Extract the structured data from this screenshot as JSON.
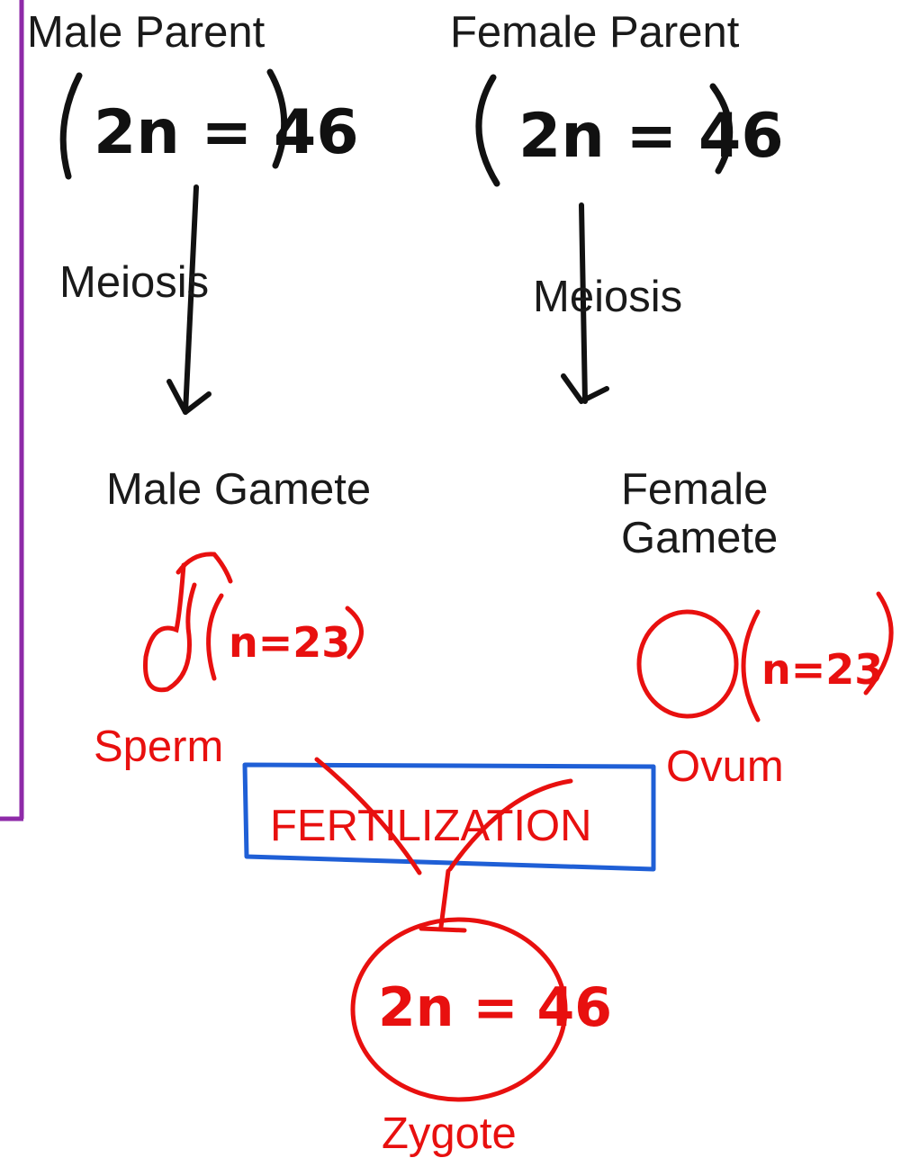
{
  "male": {
    "parent_label": "Male Parent",
    "parent_chromosomes": "(2n = 46)",
    "process_label": "Meiosis",
    "gamete_label": "Male Gamete",
    "gamete_chromosomes": "(n=23)",
    "gamete_name": "Sperm",
    "gamete_symbol": "male-symbol"
  },
  "female": {
    "parent_label": "Female Parent",
    "parent_chromosomes": "(2n = 46)",
    "process_label": "Meiosis",
    "gamete_label_line1": "Female",
    "gamete_label_line2": "Gamete",
    "gamete_chromosomes": "(n=23)",
    "gamete_name": "Ovum",
    "gamete_symbol": "ovum-circle"
  },
  "fertilization": {
    "label": "FERTILIZATION"
  },
  "zygote": {
    "chromosomes": "2n = 46",
    "label": "Zygote"
  },
  "colors": {
    "ink_black": "#1a1a1a",
    "ink_red": "#e8100f",
    "box_blue": "#1f5fd6",
    "border_purple": "#8e2aa8"
  }
}
